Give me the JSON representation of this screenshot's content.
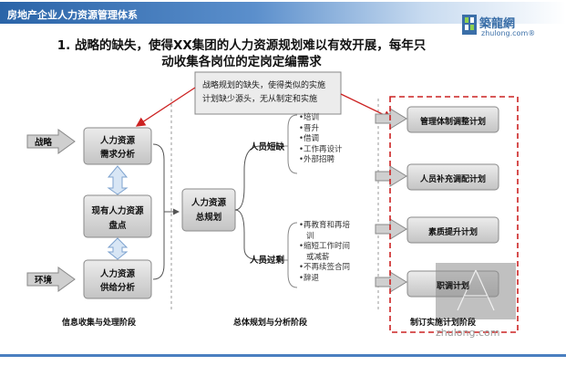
{
  "header": {
    "title": "房地产企业人力资源管理体系",
    "bar_color_start": "#2a64a8",
    "bar_color_end": "#ffffff"
  },
  "logo": {
    "name": "築龍網",
    "domain": "zhulong.com®"
  },
  "headline": {
    "line1": "1. 战略的缺失，使得XX集团的人力资源规划难以有效开展，每年只",
    "line2": "动收集各岗位的定岗定编需求"
  },
  "callout": {
    "line1": "战略规划的缺失，使得类似的实施",
    "line2": "计划缺少源头，无从制定和实施"
  },
  "left_inputs": {
    "strategy": "战略",
    "environment": "环境"
  },
  "analysis_boxes": {
    "demand_line1": "人力资源",
    "demand_line2": "需求分析",
    "current_line1": "现有人力资源",
    "current_line2": "盘点",
    "supply_line1": "人力资源",
    "supply_line2": "供给分析"
  },
  "center_box": {
    "line1": "人力资源",
    "line2": "总规划"
  },
  "branches": {
    "shortage_label": "人员短缺",
    "shortage_items": [
      "•培训",
      "•晋升",
      "•借调",
      "•工作再设计",
      "•外部招聘"
    ],
    "surplus_label": "人员过剩",
    "surplus_items": [
      "•再教育和再培",
      "训",
      "•缩短工作时间",
      "或减薪",
      "•不再续签合同",
      "•辞退"
    ]
  },
  "plans": [
    "管理体制调整计划",
    "人员补充调配计划",
    "素质提升计划",
    "职调计划"
  ],
  "phases": {
    "phase1": "信息收集与处理阶段",
    "phase2": "总体规划与分析阶段",
    "phase3": "制订实施计划阶段"
  },
  "watermark": "zhulong.com",
  "colors": {
    "dashed_border": "#cc2222",
    "arrow_red": "#cc2222",
    "box_fill": "#d4d4d4",
    "footer_blue": "#4a7fc0"
  }
}
